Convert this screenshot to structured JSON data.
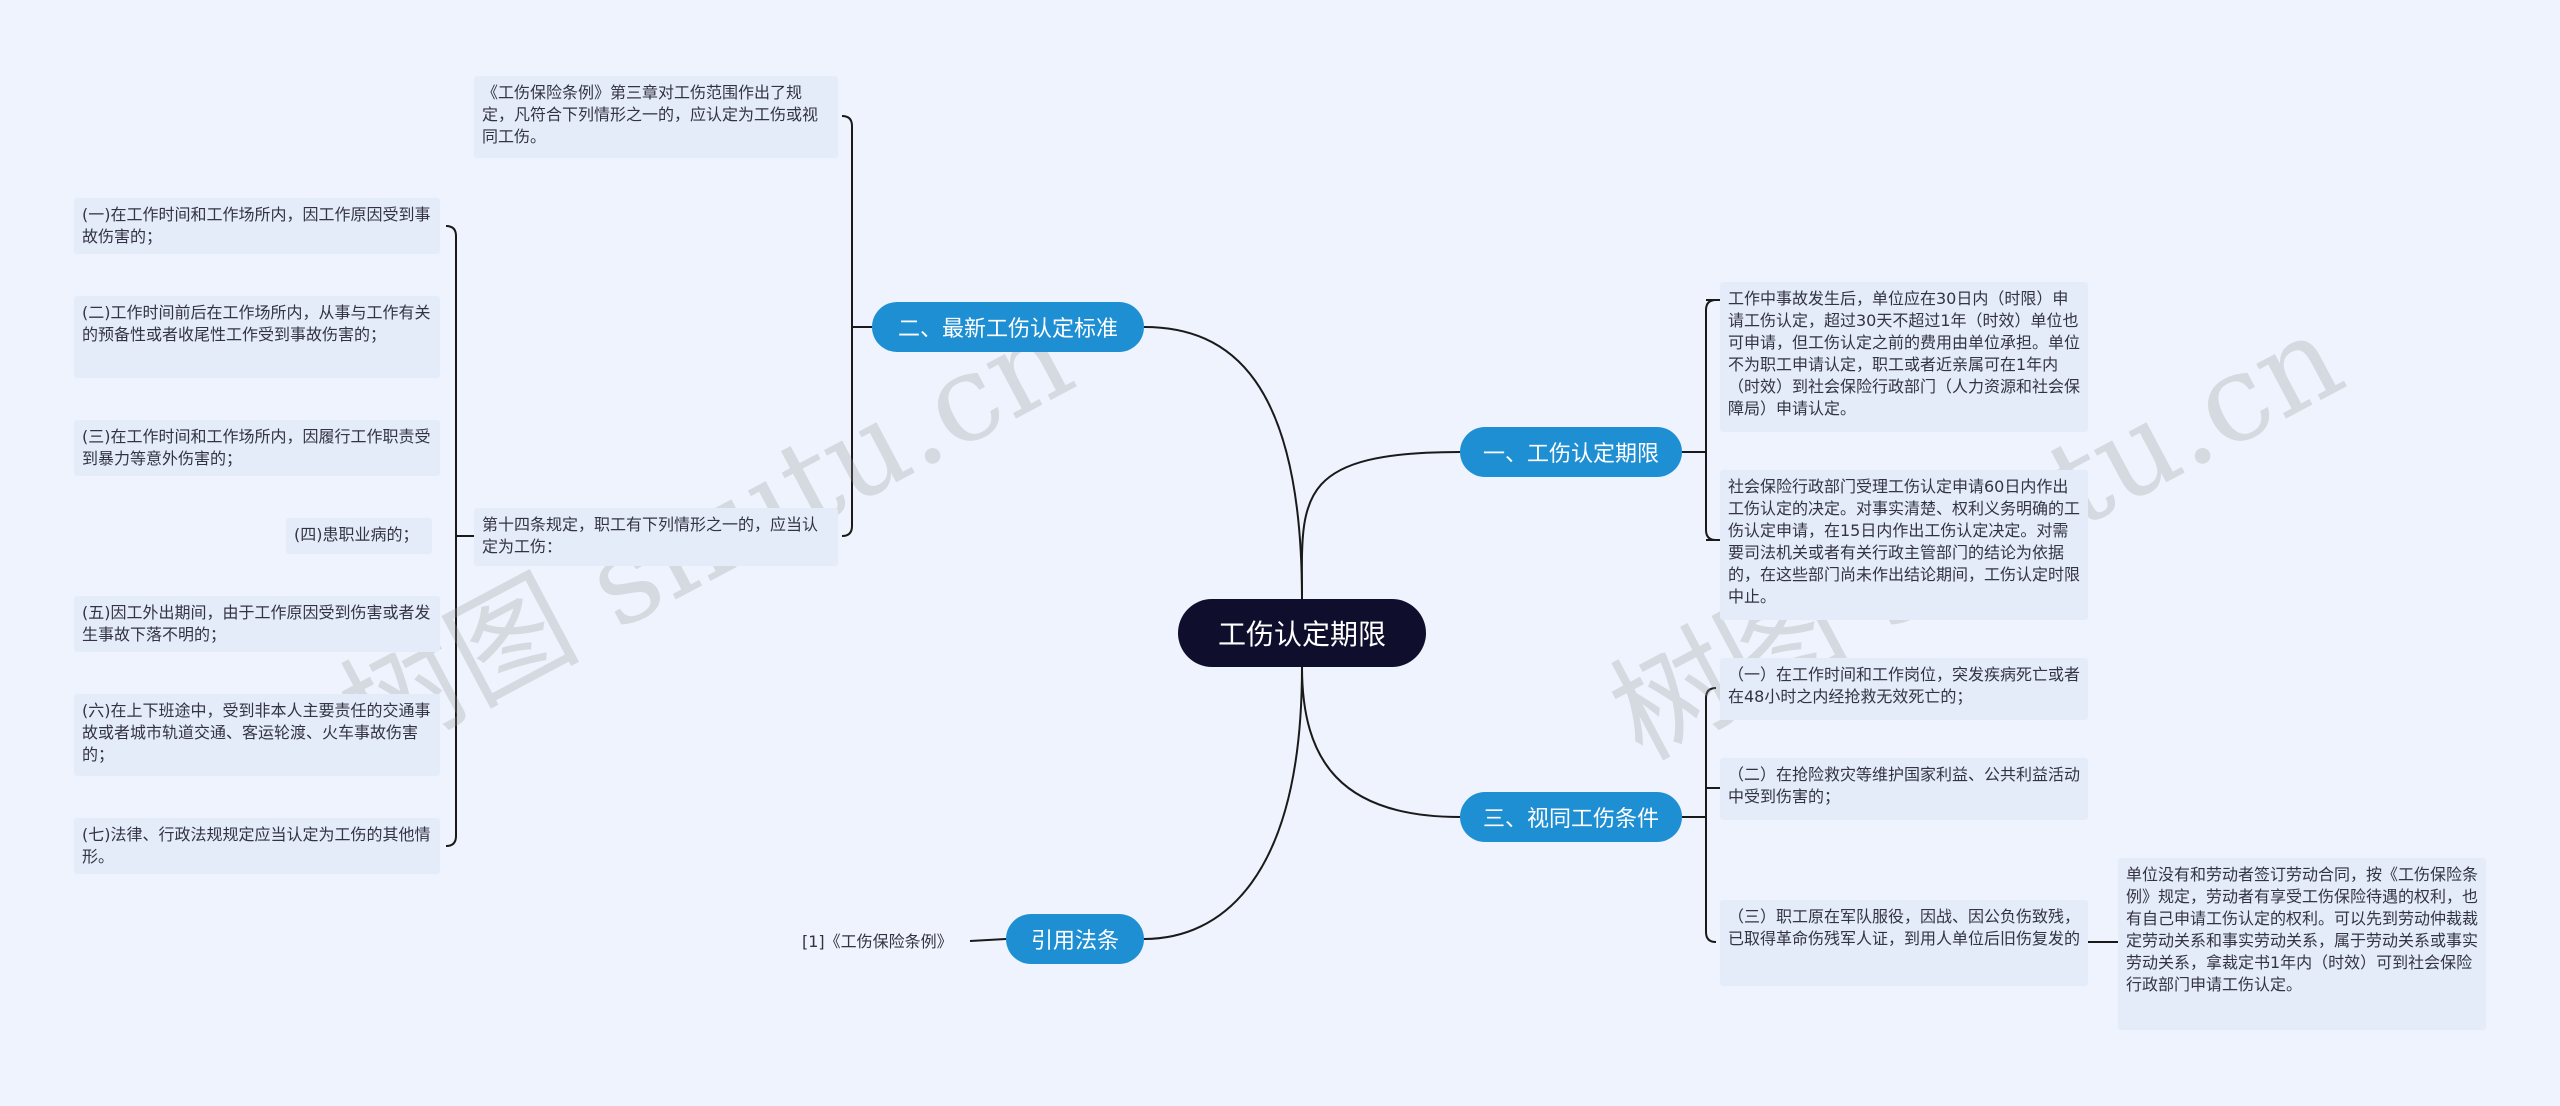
{
  "root": {
    "label": "工伤认定期限"
  },
  "branches": {
    "b1": {
      "label": "一、工伤认定期限"
    },
    "b2": {
      "label": "二、最新工伤认定标准"
    },
    "b3": {
      "label": "三、视同工伤条件"
    },
    "b4": {
      "label": "引用法条"
    }
  },
  "b1_items": [
    "工作中事故发生后，单位应在30日内（时限）申请工伤认定，超过30天不超过1年（时效）单位也可申请，但工伤认定之前的费用由单位承担。单位不为职工申请认定，职工或者近亲属可在1年内（时效）到社会保险行政部门（人力资源和社会保障局）申请认定。",
    "社会保险行政部门受理工伤认定申请60日内作出工伤认定的决定。对事实清楚、权利义务明确的工伤认定申请，在15日内作出工伤认定决定。对需要司法机关或者有关行政主管部门的结论为依据的，在这些部门尚未作出结论期间，工伤认定时限中止。"
  ],
  "b2_items": [
    "《工伤保险条例》第三章对工伤范围作出了规定，凡符合下列情形之一的，应认定为工伤或视同工伤。",
    "第十四条规定，职工有下列情形之一的，应当认定为工伤："
  ],
  "art14_items": [
    "(一)在工作时间和工作场所内，因工作原因受到事故伤害的；",
    "(二)工作时间前后在工作场所内，从事与工作有关的预备性或者收尾性工作受到事故伤害的；",
    "(三)在工作时间和工作场所内，因履行工作职责受到暴力等意外伤害的；",
    "(四)患职业病的；",
    "(五)因工外出期间，由于工作原因受到伤害或者发生事故下落不明的；",
    "(六)在上下班途中，受到非本人主要责任的交通事故或者城市轨道交通、客运轮渡、火车事故伤害的；",
    "(七)法律、行政法规规定应当认定为工伤的其他情形。"
  ],
  "b3_items": [
    "（一）在工作时间和工作岗位，突发疾病死亡或者在48小时之内经抢救无效死亡的；",
    "（二）在抢险救灾等维护国家利益、公共利益活动中受到伤害的；",
    "（三）职工原在军队服役，因战、因公负伤致残，已取得革命伤残军人证，到用人单位后旧伤复发的"
  ],
  "b3_sub": "单位没有和劳动者签订劳动合同，按《工伤保险条例》规定，劳动者有享受工伤保险待遇的权利，也有自己申请工伤认定的权利。可以先到劳动仲裁裁定劳动关系和事实劳动关系，属于劳动关系或事实劳动关系，拿裁定书1年内（时效）可到社会保险行政部门申请工伤认定。",
  "b4_items": [
    "[1]《工伤保险条例》"
  ],
  "watermark": "树图 shutu.cn",
  "colors": {
    "background": "#eef3fd",
    "root": "#0f0f2d",
    "branch": "#1f8fd4",
    "leaf": "#e4ecfa",
    "line": "#1a1a1a"
  }
}
